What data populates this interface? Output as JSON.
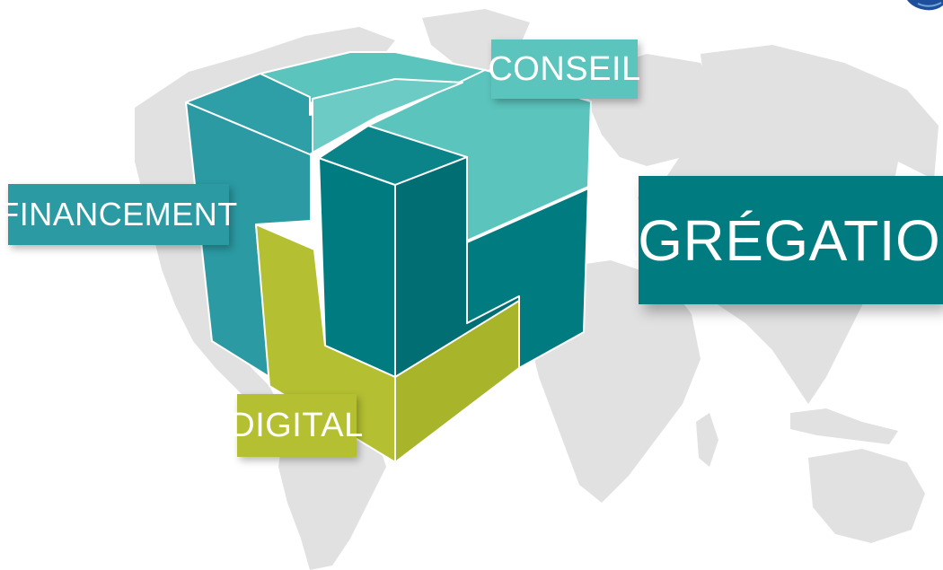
{
  "labels": {
    "conseil": "CONSEIL",
    "financement": "FINANCEMENT",
    "digital": "DIGITAL",
    "agregation": "AGRÉGATION"
  },
  "colors": {
    "conseil": "#5bc4bd",
    "financement": "#2b9aa3",
    "digital": "#b4c032",
    "agregation": "#007b7f",
    "map": "#e2e2e2"
  }
}
